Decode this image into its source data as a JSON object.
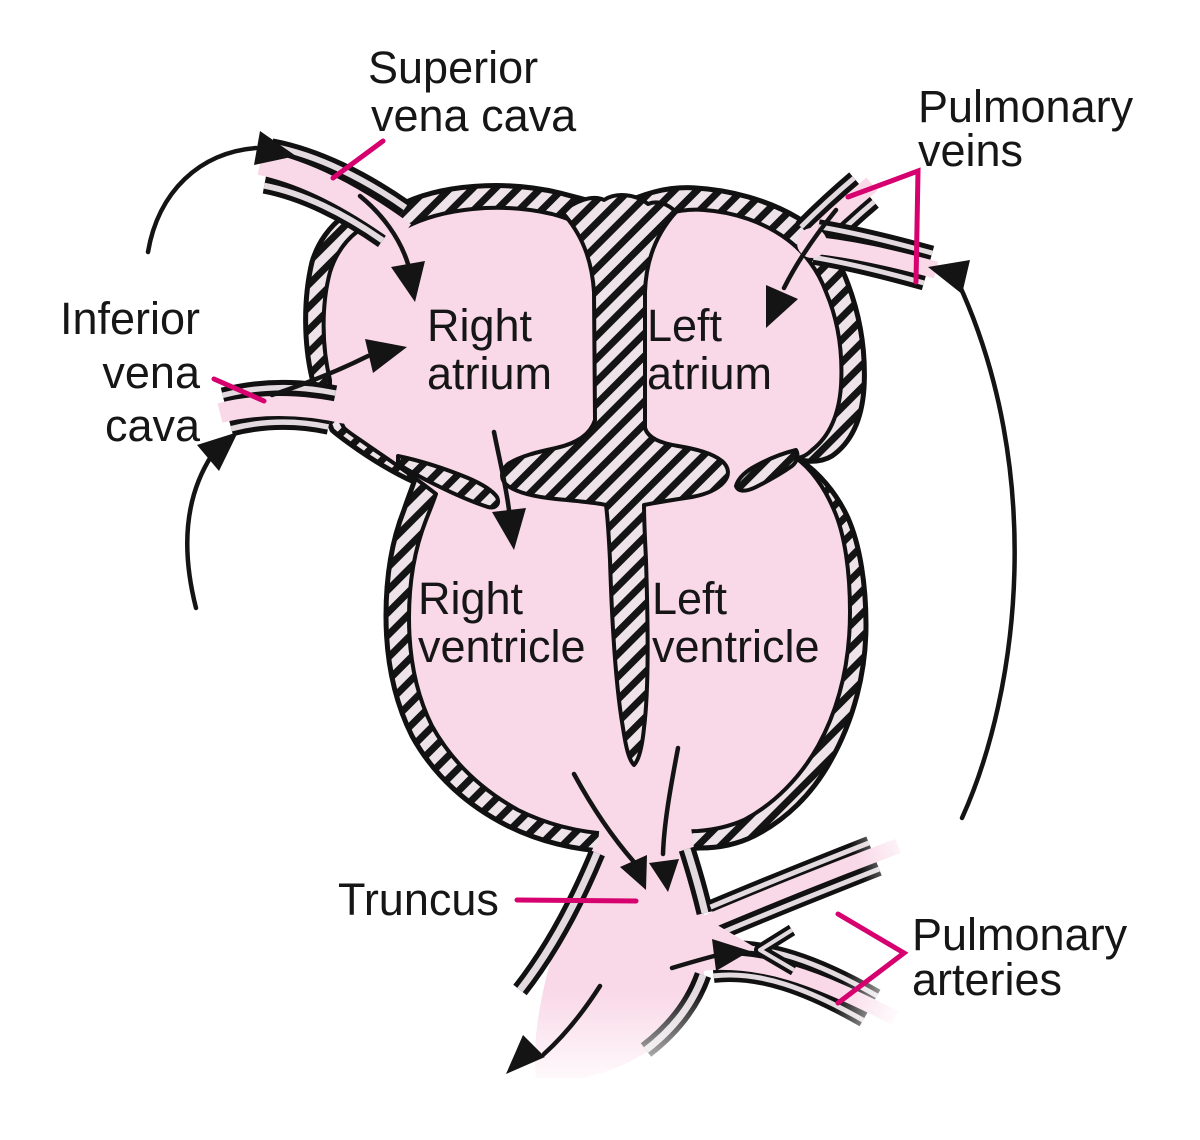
{
  "figure": {
    "type": "heart-anatomy-diagram",
    "background": "#ffffff"
  },
  "labels": {
    "superior_vena_cava": {
      "line1": "Superior",
      "line2": "vena cava"
    },
    "pulmonary_veins": {
      "line1": "Pulmonary",
      "line2": "veins"
    },
    "inferior_vena_cava": {
      "line1": "Inferior",
      "line2": "vena",
      "line3": "cava"
    },
    "right_atrium": {
      "line1": "Right",
      "line2": "atrium"
    },
    "left_atrium": {
      "line1": "Left",
      "line2": "atrium"
    },
    "right_ventricle": {
      "line1": "Right",
      "line2": "ventricle"
    },
    "left_ventricle": {
      "line1": "Left",
      "line2": "ventricle"
    },
    "truncus": {
      "line1": "Truncus"
    },
    "pulmonary_arteries": {
      "line1": "Pulmonary",
      "line2": "arteries"
    }
  },
  "colors": {
    "chamber_pink": "#f9d8e7",
    "vessel_wall_gray": "#e3dadf",
    "hatch_background": "#ede3e9",
    "outline_black": "#111111",
    "leader_magenta": "#d6006e",
    "text_black": "#161616"
  }
}
